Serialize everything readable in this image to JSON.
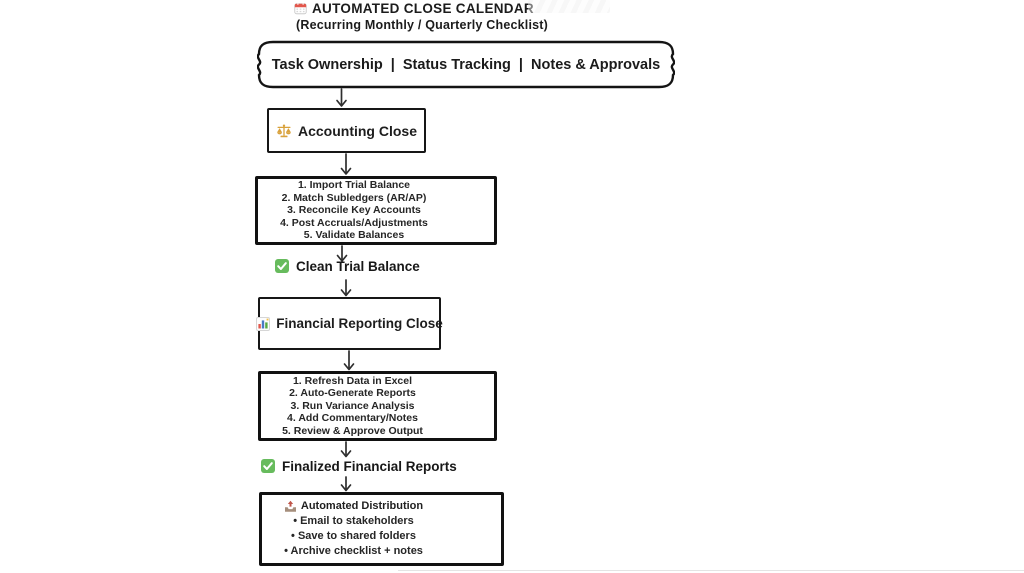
{
  "header": {
    "title": "AUTOMATED CLOSE CALENDAR",
    "subtitle": "(Recurring Monthly / Quarterly Checklist)"
  },
  "flow": {
    "banner_label": "Task Ownership  |  Status Tracking  |  Notes & Approvals",
    "accounting_close": {
      "label": "Accounting Close"
    },
    "accounting_steps": [
      "1. Import Trial Balance",
      "2. Match Subledgers (AR/AP)",
      "3. Reconcile Key Accounts",
      "4. Post Accruals/Adjustments",
      "5. Validate Balances"
    ],
    "clean_trial_balance": {
      "label": "Clean Trial Balance"
    },
    "financial_reporting_close": {
      "label": "Financial Reporting Close"
    },
    "reporting_steps": [
      "1. Refresh Data in Excel",
      "2. Auto-Generate Reports",
      "3. Run Variance Analysis",
      "4. Add Commentary/Notes",
      "5. Review & Approve Output"
    ],
    "finalized_reports": {
      "label": "Finalized Financial Reports"
    },
    "distribution": {
      "title": "Automated Distribution",
      "bullets": [
        "• Email to stakeholders",
        "• Save to shared folders",
        "• Archive checklist + notes"
      ]
    }
  },
  "colors": {
    "checkbox_green": "#67bb5d",
    "scale_gold": "#d9a13b",
    "calendar_red": "#e2574c",
    "bar_red": "#e2574c",
    "bar_blue": "#4a79c4",
    "bar_green": "#58a942",
    "bar_yellow": "#f2c14e",
    "tray_body": "#a58e7c",
    "tray_arrow_red": "#c0564a",
    "line_black": "#2e2e2e"
  }
}
